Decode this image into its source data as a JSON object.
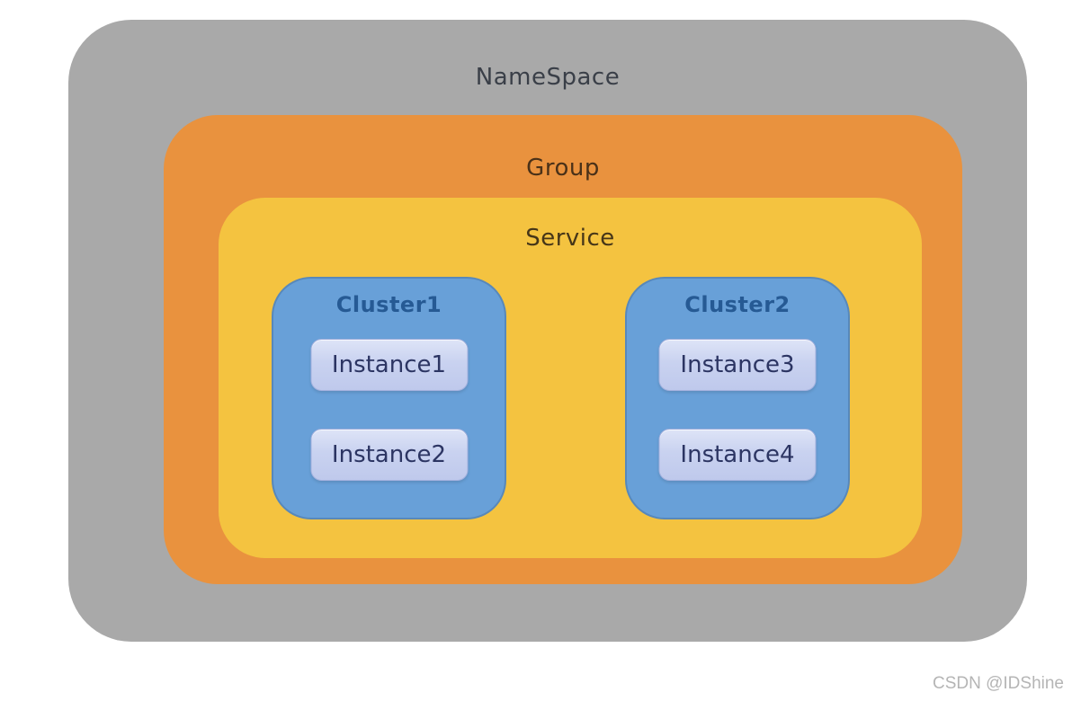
{
  "diagram": {
    "namespace_label": "NameSpace",
    "group_label": "Group",
    "service_label": "Service",
    "clusters": [
      {
        "label": "Cluster1",
        "instances": [
          "Instance1",
          "Instance2"
        ]
      },
      {
        "label": "Cluster2",
        "instances": [
          "Instance3",
          "Instance4"
        ]
      }
    ]
  },
  "watermark": "CSDN @IDShine",
  "colors": {
    "namespace_fill": "#a9a9a9",
    "group_fill": "#e9923e",
    "service_fill": "#f4c340",
    "cluster_fill": "#68a0d8",
    "instance_fill": "#c9d2f0",
    "instance_text": "#2c3563",
    "cluster_text": "#265a94",
    "watermark_text": "#b5b5b5"
  }
}
